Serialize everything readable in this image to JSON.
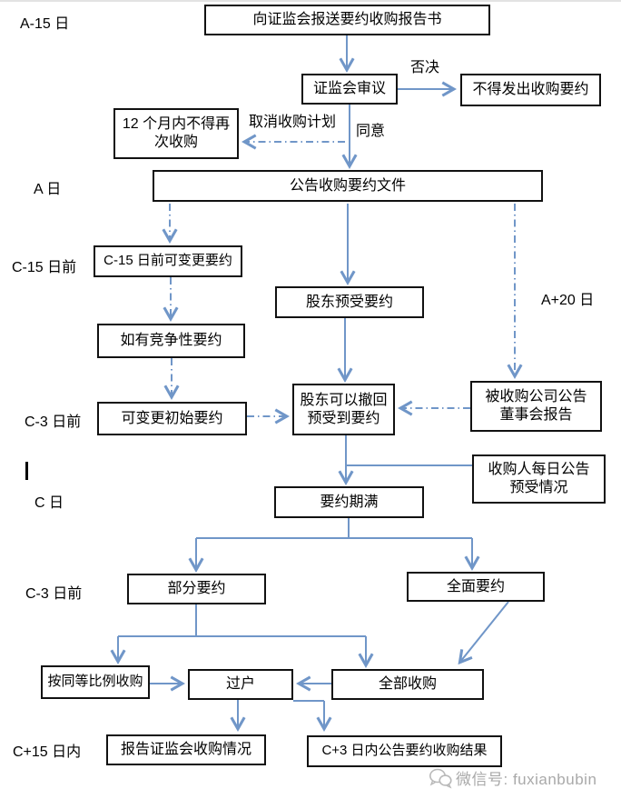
{
  "diagram": {
    "timeline_labels": {
      "a_minus_15": "A-15 日",
      "a_day": "A 日",
      "c_minus_15": "C-15 日前",
      "c_minus_3_upper": "C-3 日前",
      "c_day": "C 日",
      "c_minus_3_lower": "C-3 日前",
      "c_plus_15": "C+15 日内",
      "a_plus_20": "A+20 日"
    },
    "nodes": {
      "report": "向证监会报送要约收购报告书",
      "review": "证监会审议",
      "no_offer": "不得发出收购要约",
      "no_reacquire": "12 个月内不得再\n次收购",
      "announce": "公告收购要约文件",
      "c15_change": "C-15 日前可变更要约",
      "pre_accept": "股东预受要约",
      "competing": "如有竞争性要约",
      "change_initial": "可变更初始要约",
      "withdraw": "股东可以撤回\n预受到要约",
      "target_announce": "被收购公司公告\n董事会报告",
      "daily_announce": "收购人每日公告\n预受情况",
      "expiry": "要约期满",
      "partial": "部分要约",
      "general": "全面要约",
      "pro_rata": "按同等比例收购",
      "transfer": "过户",
      "acquire_all": "全部收购",
      "report_result": "报告证监会收购情况",
      "c3_announce": "C+3 日内公告要约收购结果"
    },
    "edge_labels": {
      "reject": "否决",
      "approve": "同意",
      "cancel": "取消收购计划"
    },
    "watermark": {
      "icon": "wechat-icon",
      "text": "微信号: fuxianbubin"
    },
    "colors": {
      "arrow": "#7096c8",
      "box_border": "#111111",
      "watermark_text": "#a9a9a9"
    }
  }
}
